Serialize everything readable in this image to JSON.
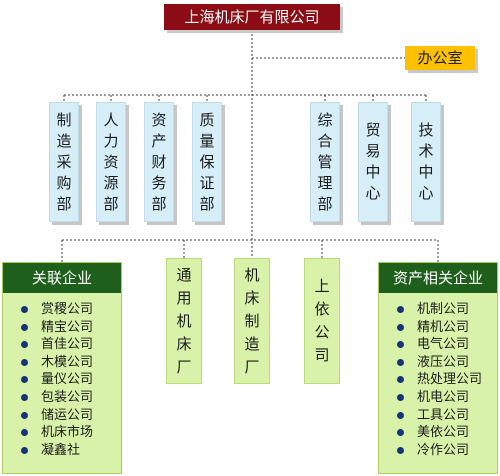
{
  "company": "上海机床厂有限公司",
  "office": "办公室",
  "departments": [
    "制造采购部",
    "人力资源部",
    "资产财务部",
    "质量保证部",
    "综合管理部",
    "贸易中心",
    "技术中心"
  ],
  "groups": {
    "left": {
      "title": "关联企业",
      "items": [
        "赏稷公司",
        "精宝公司",
        "首佳公司",
        "木模公司",
        "量仪公司",
        "包装公司",
        "储运公司",
        "机床市场",
        "凝鑫社"
      ]
    },
    "right": {
      "title": "资产相关企业",
      "items": [
        "机制公司",
        "精机公司",
        "电气公司",
        "液压公司",
        "热处理公司",
        "机电公司",
        "工具公司",
        "美依公司",
        "冷作公司"
      ]
    }
  },
  "factories": [
    "通用机床厂",
    "机床制造厂",
    "上依公司"
  ],
  "colors": {
    "title_bg": "#8b0c14",
    "office_bg": "#ffc000",
    "dept_bg": "#d6eef7",
    "group_bg": "#d9f2a9",
    "group_head": "#1f5f1c",
    "bullet": "#16337a"
  }
}
